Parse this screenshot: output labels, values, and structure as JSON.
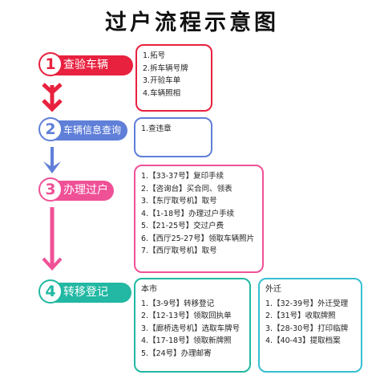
{
  "title": "过户流程示意图",
  "colors": {
    "stage1": "#e8213f",
    "stage2": "#5f7fd8",
    "stage3": "#ef5197",
    "stage4": "#22b8a3",
    "stage4_box2": "#36bfd1"
  },
  "stages": [
    {
      "num": "1",
      "label": "查验车辆",
      "items": [
        "1.拓号",
        "2.拆车辆号牌",
        "3.开验车单",
        "4.车辆照相"
      ]
    },
    {
      "num": "2",
      "label": "车辆信息查询",
      "items": [
        "1.查违章"
      ]
    },
    {
      "num": "3",
      "label": "办理过户",
      "items": [
        "1.【33-37号】复印手续",
        "2.【咨询台】买合同、领表",
        "3.【东厅取号机】取号",
        "4.【1-18号】办理过户手续",
        "5.【21-25号】交过户费",
        "6.【西厅25-27号】领取车辆照片",
        "7.【西厅取号机】取号"
      ]
    },
    {
      "num": "4",
      "label": "转移登记",
      "local": {
        "heading": "本市",
        "items": [
          "1.【3-9号】转移登记",
          "2.【12-13号】领取回执单",
          "3.【廊桥选号机】选取车牌号",
          "4.【17-18号】领取新牌照",
          "5.【24号】办理邮寄"
        ]
      },
      "other": {
        "heading": "外迁",
        "items": [
          "1.【32-39号】外迁受理",
          "2.【31号】收取牌照",
          "3.【28-30号】打印临牌",
          "4.【40-43】提取档案"
        ]
      }
    }
  ]
}
